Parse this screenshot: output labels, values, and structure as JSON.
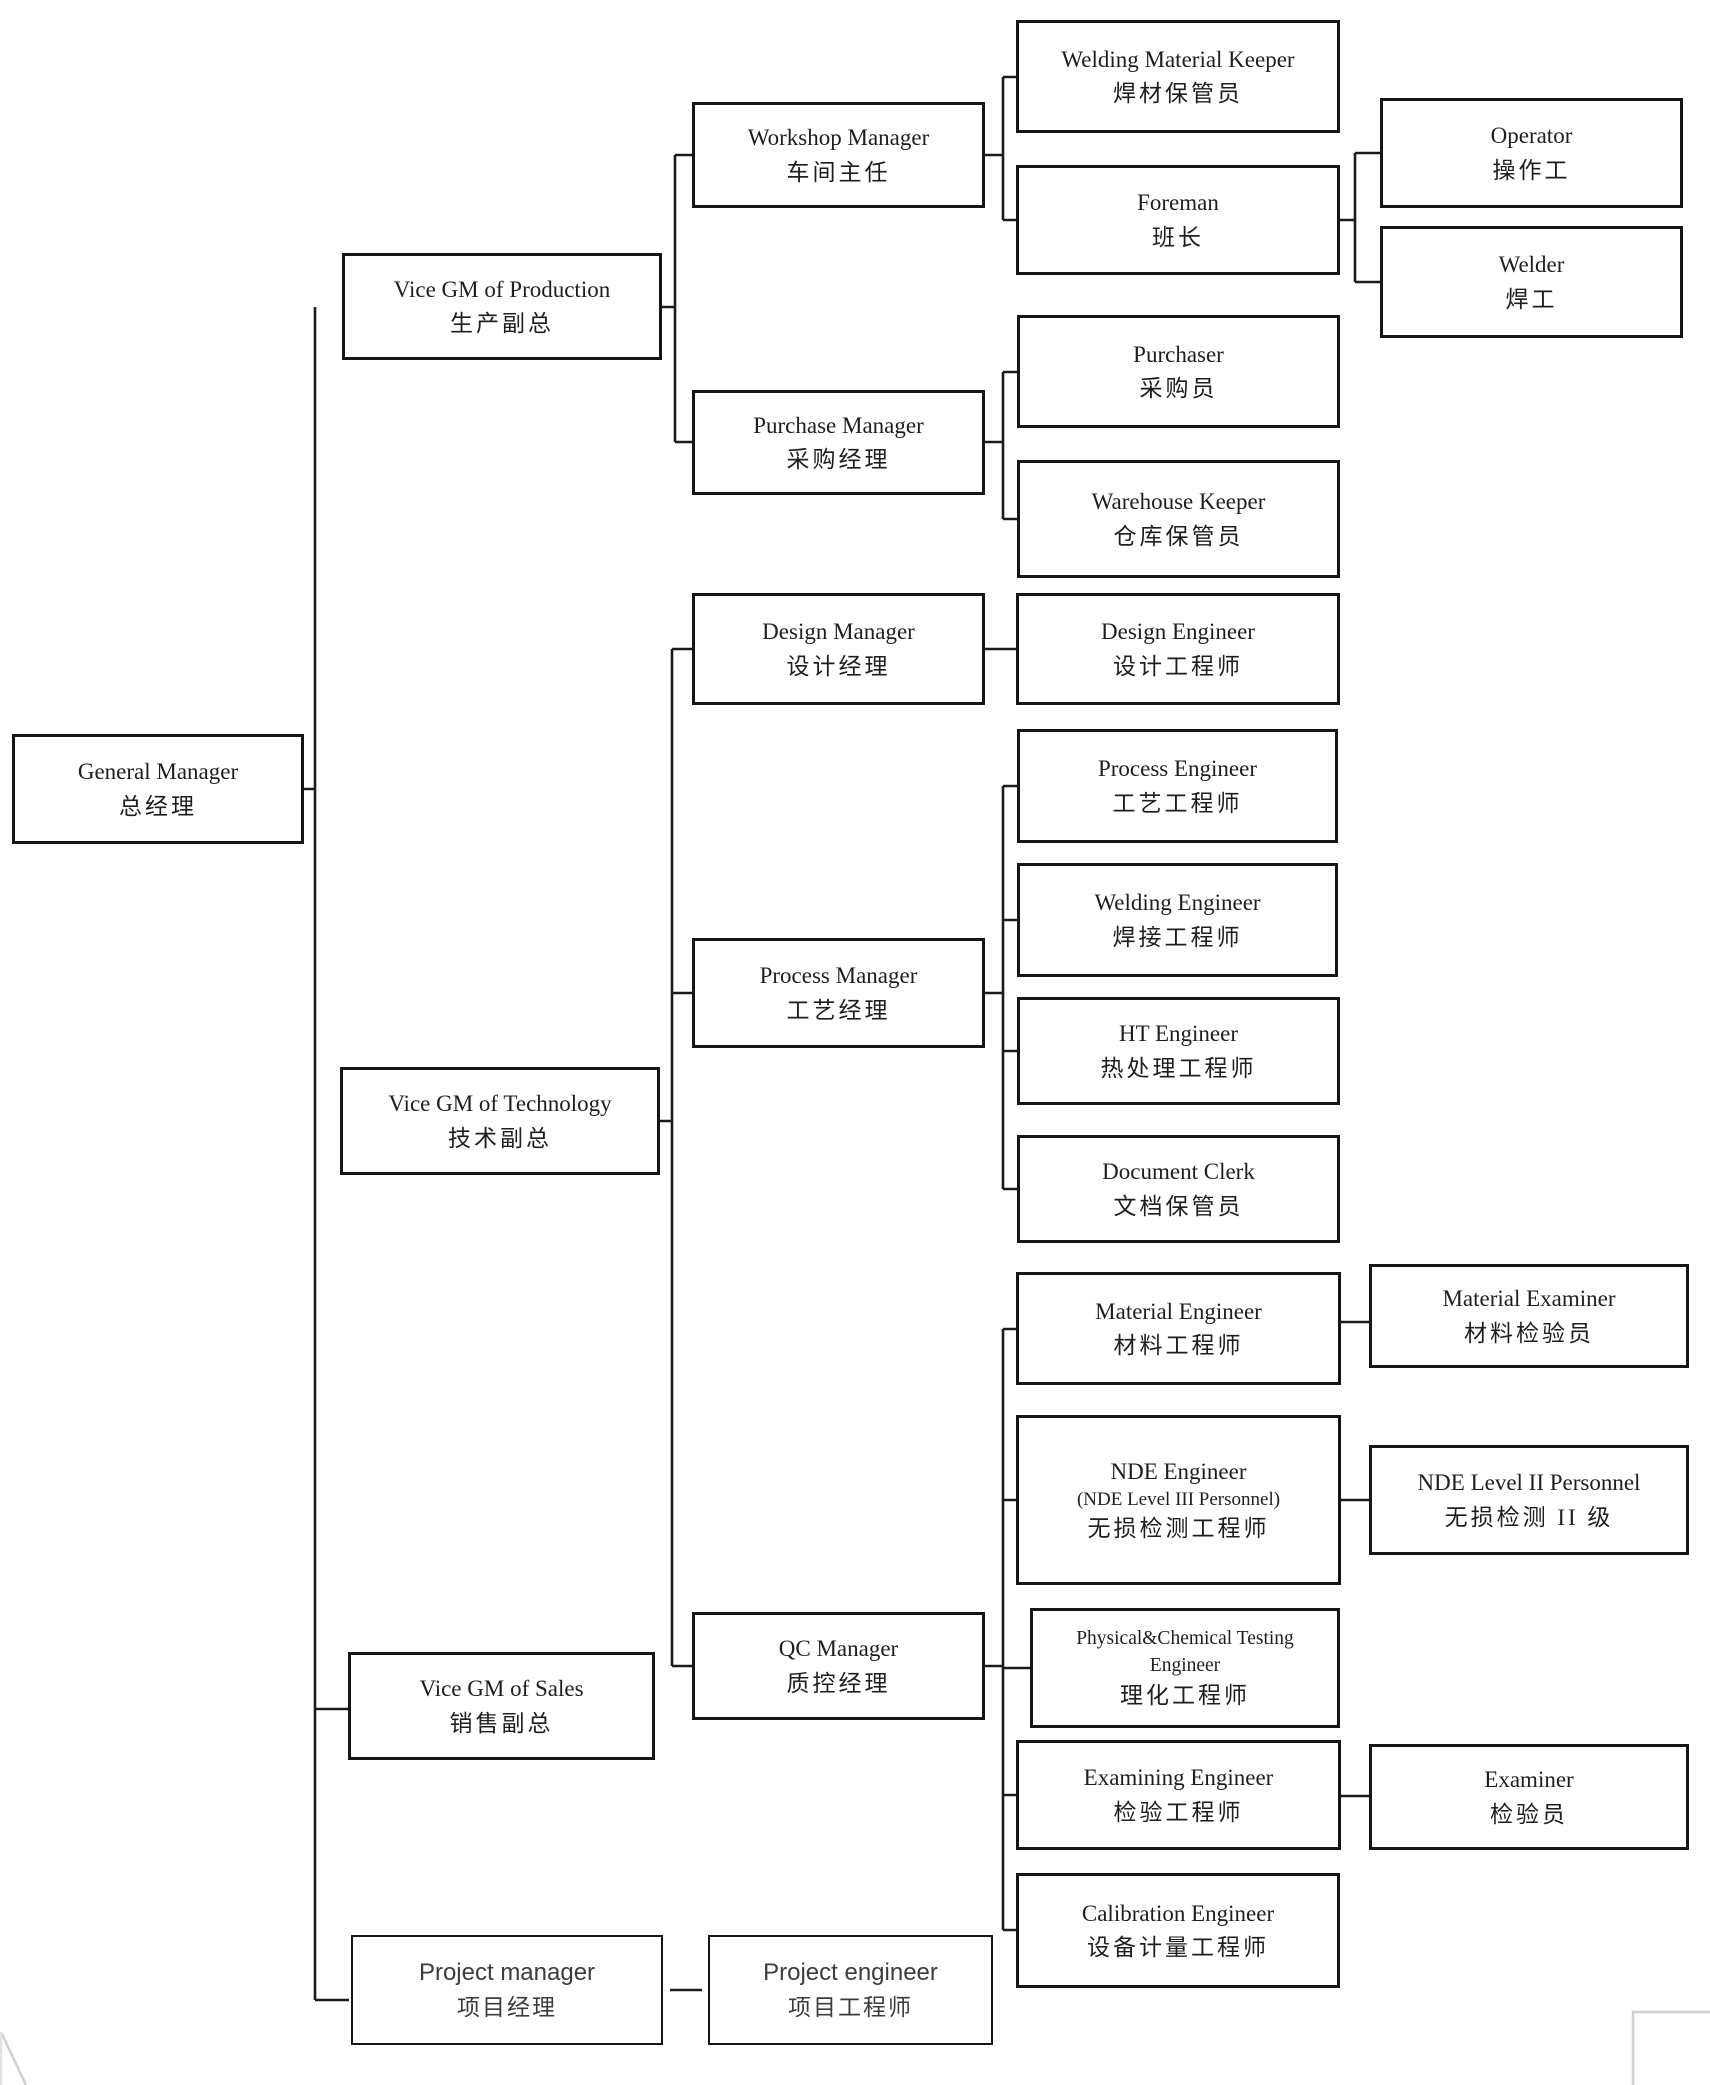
{
  "style": {
    "box_border": "#161616",
    "connector": "#1b1b1b",
    "page_bg": "#ffffff",
    "artifact_gray": "#cfcfcf"
  },
  "nodes": {
    "general_manager": {
      "en": "General Manager",
      "zh": "总经理"
    },
    "vgm_production": {
      "en": "Vice GM of Production",
      "zh": "生产副总"
    },
    "vgm_technology": {
      "en": "Vice GM of Technology",
      "zh": "技术副总"
    },
    "vgm_sales": {
      "en": "Vice GM of Sales",
      "zh": "销售副总"
    },
    "project_manager": {
      "en": "Project manager",
      "zh": "项目经理"
    },
    "workshop_manager": {
      "en": "Workshop Manager",
      "zh": "车间主任"
    },
    "purchase_manager": {
      "en": "Purchase Manager",
      "zh": "采购经理"
    },
    "design_manager": {
      "en": "Design Manager",
      "zh": "设计经理"
    },
    "process_manager": {
      "en": "Process Manager",
      "zh": "工艺经理"
    },
    "qc_manager": {
      "en": "QC Manager",
      "zh": "质控经理"
    },
    "project_engineer": {
      "en": "Project engineer",
      "zh": "项目工程师"
    },
    "welding_material_keeper": {
      "en": "Welding Material Keeper",
      "zh": "焊材保管员"
    },
    "foreman": {
      "en": "Foreman",
      "zh": "班长"
    },
    "operator": {
      "en": "Operator",
      "zh": "操作工"
    },
    "welder": {
      "en": "Welder",
      "zh": "焊工"
    },
    "purchaser": {
      "en": "Purchaser",
      "zh": "采购员"
    },
    "warehouse_keeper": {
      "en": "Warehouse Keeper",
      "zh": "仓库保管员"
    },
    "design_engineer": {
      "en": "Design Engineer",
      "zh": "设计工程师"
    },
    "process_engineer": {
      "en": "Process Engineer",
      "zh": "工艺工程师"
    },
    "welding_engineer": {
      "en": "Welding Engineer",
      "zh": "焊接工程师"
    },
    "ht_engineer": {
      "en": "HT Engineer",
      "zh": "热处理工程师"
    },
    "document_clerk": {
      "en": "Document Clerk",
      "zh": "文档保管员"
    },
    "material_engineer": {
      "en": "Material Engineer",
      "zh": "材料工程师"
    },
    "material_examiner": {
      "en": "Material Examiner",
      "zh": "材料检验员"
    },
    "nde_engineer": {
      "en": "NDE Engineer",
      "en2": "(NDE Level III Personnel)",
      "zh": "无损检测工程师"
    },
    "nde_level2": {
      "en": "NDE Level II Personnel",
      "zh": "无损检测 II 级"
    },
    "pc_testing_engineer": {
      "en": "Physical&Chemical Testing",
      "en2": "Engineer",
      "zh": "理化工程师"
    },
    "examining_engineer": {
      "en": "Examining Engineer",
      "zh": "检验工程师"
    },
    "examiner": {
      "en": "Examiner",
      "zh": "检验员"
    },
    "calibration_engineer": {
      "en": "Calibration Engineer",
      "zh": "设备计量工程师"
    }
  }
}
